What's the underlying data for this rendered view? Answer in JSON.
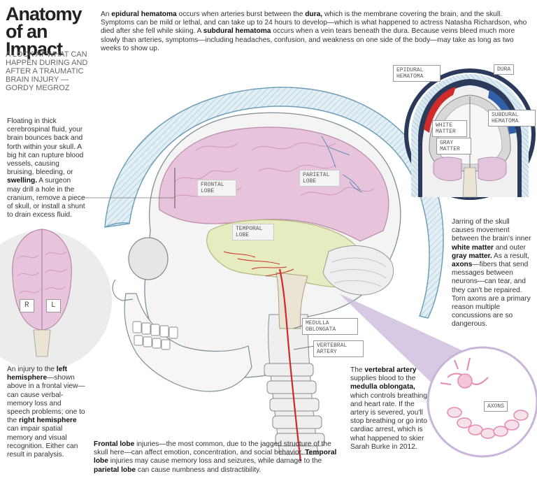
{
  "title": {
    "line1": "Anatomy",
    "line2": "of an",
    "line3": "Impact"
  },
  "subtitle": "A look at what can happen during and after a traumatic brain injury —Gordy Megroz",
  "intro": {
    "part1": "An ",
    "bold1": "epidural hematoma",
    "part2": " occurs when arteries burst between the ",
    "bold2": "dura,",
    "part3": " which is the membrane covering the brain, and the skull. Symptoms can be mild or lethal, and can take up to 24 hours to develop—which is what happened to actress Natasha Richardson, who died after she fell while skiing. A ",
    "bold3": "subdural hematoma",
    "part4": " occurs when a vein tears beneath the dura. Because veins bleed much more slowly than arteries, symptoms—including headaches, confusion, and weakness on one side of the body—may take as long as two weeks to show up."
  },
  "left_text": {
    "part1": "Floating in thick cerebrospinal fluid, your brain bounces back and forth within your skull. A big hit can rupture blood vessels, causing bruising, bleeding, or ",
    "bold1": "swelling.",
    "part2": " A surgeon may drill a hole in the cranium, remove a piece of skull, or install a shunt to drain excess fluid."
  },
  "hemisphere_text": {
    "part1": "An injury to the ",
    "bold1": "left hemisphere",
    "part2": "—shown above in a frontal view—can cause verbal-memory loss and speech problems; one to the ",
    "bold2": "right hemisphere",
    "part3": " can impair spatial memory and visual recognition. Either can result in paralysis."
  },
  "lobe_text": {
    "bold1": "Frontal lobe",
    "part1": " injuries—the most common, due to the jagged structure of the skull here—can affect emotion, concentration, and social behavior. ",
    "bold2": "Temporal lobe",
    "part2": " injuries may cause memory loss and seizures, while damage to the ",
    "bold3": "parietal lobe",
    "part3": " can cause numbness and distractibility."
  },
  "artery_text": {
    "part1": "The ",
    "bold1": "vertebral artery",
    "part2": " supplies blood to the ",
    "bold2": "medulla oblongata,",
    "part3": " which controls breathing and heart rate. If the artery is severed, you'll stop breathing or go into cardiac arrest, which is what happened to skier Sarah Burke in 2012."
  },
  "axon_text": {
    "part1": "Jarring of the skull causes movement between the brain's inner ",
    "bold1": "white matter",
    "part2": " and outer ",
    "bold2": "gray matter.",
    "part3": " As a result, ",
    "bold3": "axons",
    "part4": "—fibers that send messages between neurons—can tear, and they can't be repaired. Torn axons are a primary reason multiple concussions are so dangerous."
  },
  "labels": {
    "frontal": "Frontal lobe",
    "parietal": "Parietal lobe",
    "temporal": "Temporal lobe",
    "medulla": "Medulla oblongata",
    "vertebral": "Vertebral artery",
    "epidural": "Epidural hematoma",
    "dura": "Dura",
    "subdural": "Subdural hematoma",
    "white_matter": "White matter",
    "gray_matter": "Gray matter",
    "axons": "Axons",
    "hemi_r": "R",
    "hemi_l": "L"
  },
  "colors": {
    "helmet": "#d9eaf2",
    "brain_pink": "#e8c3dc",
    "temporal": "#e7ecc0",
    "skull": "#f7f7f7",
    "artery": "#cc2b2b",
    "callout_purple": "#c9b5d9"
  }
}
